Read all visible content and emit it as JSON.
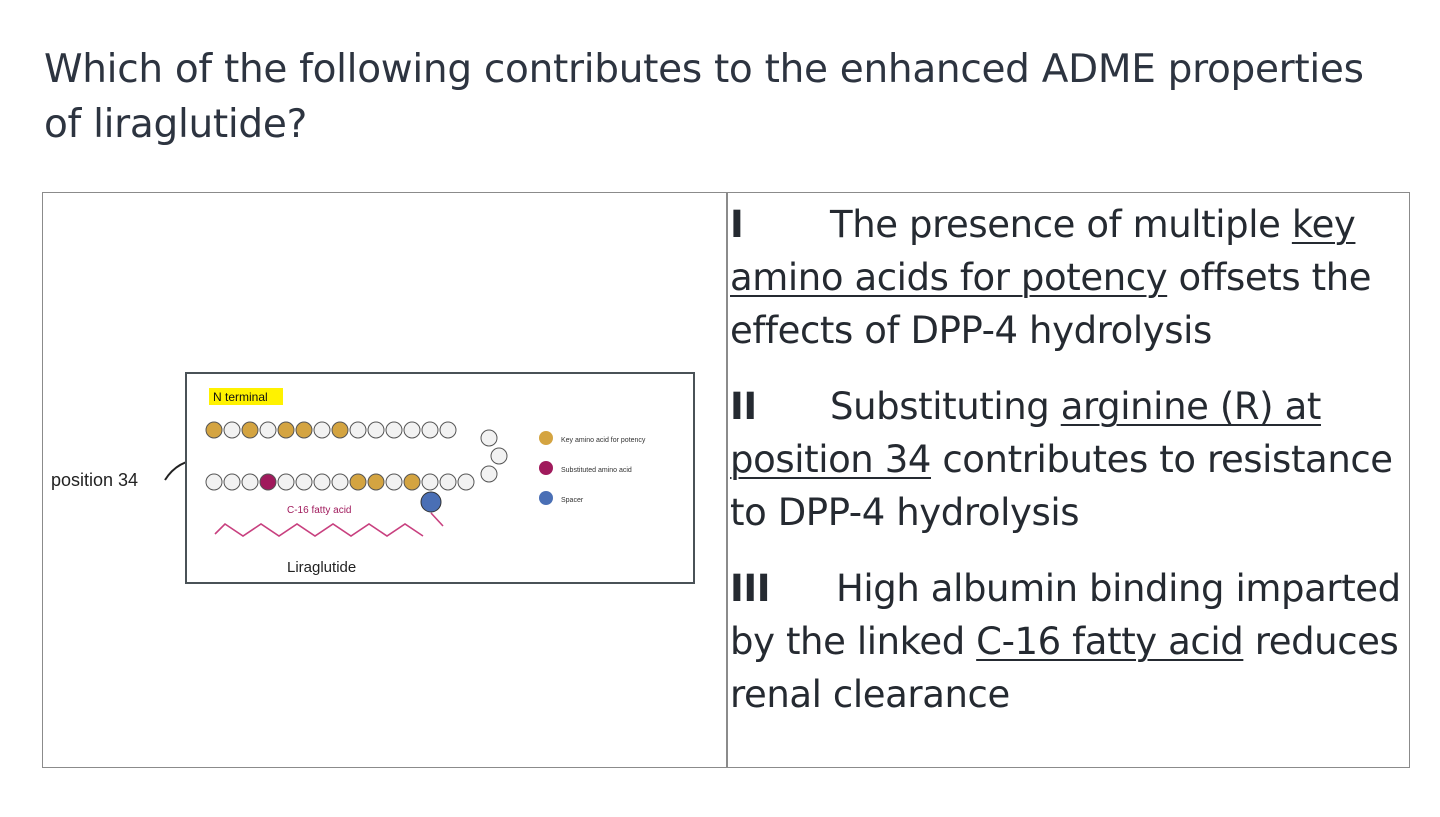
{
  "question": {
    "line1": "Which of the following contributes to the enhanced ADME properties",
    "line2": "of liraglutide?"
  },
  "figure": {
    "position_label": "position 34",
    "n_terminal": "N terminal",
    "fatty_acid_label": "C-16 fatty acid",
    "caption": "Liraglutide",
    "legend": [
      {
        "label": "Key amino acid for potency",
        "color": "#d4a441"
      },
      {
        "label": "Substituted amino acid",
        "color": "#a01a5c"
      },
      {
        "label": "Spacer",
        "color": "#4a6fb5"
      }
    ],
    "colors": {
      "key": "#d4a441",
      "substituted": "#a01a5c",
      "spacer": "#4a6fb5",
      "plain": "#f2f2f2",
      "fatty": "#c8407f",
      "highlight": "#fff200"
    }
  },
  "statements": [
    {
      "numeral": "I",
      "parts": [
        {
          "text": "The presence of multiple ",
          "u": false
        },
        {
          "text": "key amino acids for potency",
          "u": true
        },
        {
          "text": " offsets the effects of DPP-4 hydrolysis",
          "u": false
        }
      ]
    },
    {
      "numeral": "II",
      "parts": [
        {
          "text": "Substituting ",
          "u": false
        },
        {
          "text": "arginine (R) at position 34",
          "u": true
        },
        {
          "text": " contributes to resistance to DPP-4 hydrolysis",
          "u": false
        }
      ]
    },
    {
      "numeral": "III",
      "parts": [
        {
          "text": "High albumin binding imparted by the linked ",
          "u": false
        },
        {
          "text": "C-16 fatty acid",
          "u": true
        },
        {
          "text": " reduces renal clearance",
          "u": false
        }
      ]
    }
  ]
}
